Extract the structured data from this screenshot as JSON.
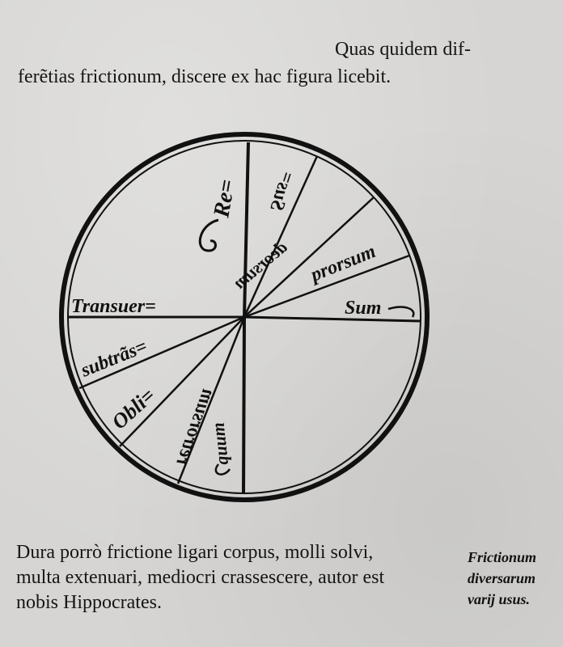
{
  "header": {
    "intro_line1": "Quas quidem dif-",
    "intro_line2": "ferẽtias frictionum, discere ex hac figura licebit."
  },
  "diagram": {
    "labels": {
      "re": "Re=",
      "sus": "Sus=",
      "deorsum": "deorsum",
      "prorsum": "prorsum",
      "retrorsum": "retrorsum",
      "transuer": "Transuer=",
      "subtras": "subtrãs=",
      "obli": "Obli=",
      "quum": "quum"
    }
  },
  "body": {
    "line1": "Dura porrò frictione ligari corpus, molli solvi,",
    "line2": "multa extenuari, mediocri crassescere, autor est",
    "line3": "nobis Hippocrates."
  },
  "margin": {
    "line1": "Frictionum",
    "line2": "diversarum",
    "line3": "varij usus."
  },
  "colors": {
    "ink": "#151515",
    "paper": "#d6d5d3"
  }
}
